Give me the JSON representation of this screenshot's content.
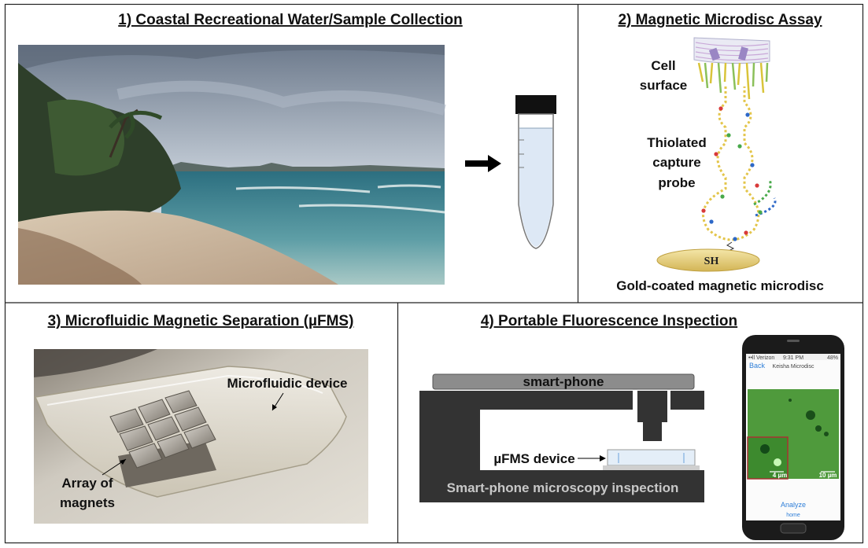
{
  "panels": {
    "p1": {
      "title": "1) Coastal Recreational Water/Sample Collection"
    },
    "p2": {
      "title": "2) Magnetic Microdisc Assay",
      "cell_surface": [
        "Cell",
        "surface"
      ],
      "probe": [
        "Thiolated",
        "capture",
        "probe"
      ],
      "thiol": "SH",
      "microdisc": "Gold-coated magnetic microdisc"
    },
    "p3": {
      "title": "3) Microfluidic Magnetic Separation (µFMS)",
      "device_label": "Microfluidic device",
      "magnets_label": [
        "Array of",
        "magnets"
      ]
    },
    "p4": {
      "title": "4) Portable Fluorescence Inspection",
      "phone_label": "smart-phone",
      "ufms_label": "µFMS device",
      "inspection_label": "Smart-phone microscopy inspection",
      "screen": {
        "carrier": "••ll Verizon",
        "time": "9:31 PM",
        "battery": "48%",
        "back": "Back",
        "app_title": "Keisha Microdisc",
        "scale_inset": "4 µm",
        "scale_main": "10 µm",
        "analyze": "Analyze",
        "home": "home"
      }
    }
  },
  "colors": {
    "border": "#222222",
    "device_dark": "#333333",
    "phone_bar": "#8c8c8c",
    "gold": "#e8d27a",
    "water": "#dde8f5",
    "fluorescence": "#4f9a3c",
    "inset_frame": "#a83232"
  }
}
